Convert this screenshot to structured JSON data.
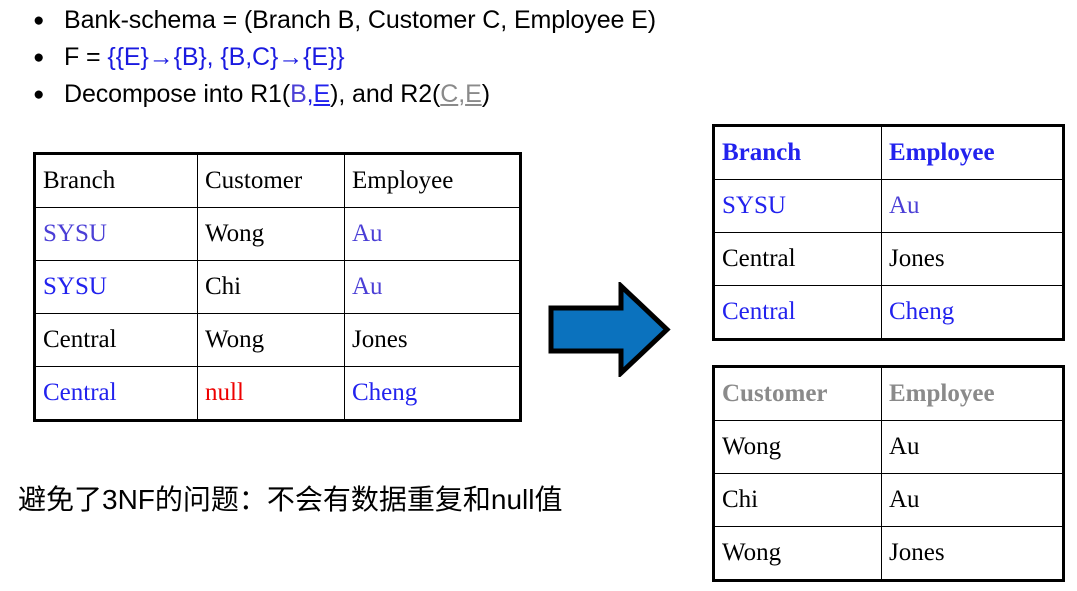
{
  "slide": {
    "bullets": [
      {
        "id": "bank-schema",
        "parts": [
          {
            "text": "Bank-schema = (Branch B, Customer C, Employee E)",
            "style": "black"
          }
        ]
      },
      {
        "id": "functional-dependencies",
        "parts": [
          {
            "text": "F = ",
            "style": "black"
          },
          {
            "text": "{{E}→{B}, {B,C}→{E}}",
            "style": "blue"
          }
        ]
      },
      {
        "id": "decomposition",
        "parts": [
          {
            "text": "Decompose into R1(",
            "style": "black"
          },
          {
            "text": "B",
            "style": "purple"
          },
          {
            "text": ",",
            "style": "blue"
          },
          {
            "text": "E",
            "style": "blue-underline"
          },
          {
            "text": "), and R2(",
            "style": "black"
          },
          {
            "text": "C",
            "style": "gray-underline"
          },
          {
            "text": ",",
            "style": "gray-underline"
          },
          {
            "text": "E",
            "style": "gray-underline"
          },
          {
            "text": ")",
            "style": "black"
          }
        ]
      }
    ],
    "caption": "避免了3NF的问题：不会有数据重复和null值",
    "arrow": {
      "name": "right-block-arrow",
      "fill": "#0b72be",
      "stroke": "#000000"
    }
  },
  "left_table": {
    "name": "bank-schema-table",
    "headers": [
      {
        "text": "Branch",
        "color": "#000000",
        "font": "serif",
        "bold": false
      },
      {
        "text": "Customer",
        "color": "#000000",
        "font": "serif",
        "bold": false
      },
      {
        "text": "Employee",
        "color": "#000000",
        "font": "serif",
        "bold": false
      }
    ],
    "rows": [
      [
        {
          "text": "SYSU",
          "color": "#4b3fd6",
          "font": "serif"
        },
        {
          "text": "Wong",
          "color": "#000000",
          "font": "serif"
        },
        {
          "text": "Au",
          "color": "#4b3fd6",
          "font": "serif"
        }
      ],
      [
        {
          "text": "SYSU",
          "color": "#2222ee",
          "font": "sans"
        },
        {
          "text": "Chi",
          "color": "#000000",
          "font": "sans"
        },
        {
          "text": "Au",
          "color": "#4b3fd6",
          "font": "serif"
        }
      ],
      [
        {
          "text": "Central",
          "color": "#000000",
          "font": "serif"
        },
        {
          "text": "Wong",
          "color": "#000000",
          "font": "serif"
        },
        {
          "text": "Jones",
          "color": "#000000",
          "font": "serif"
        }
      ],
      [
        {
          "text": "Central",
          "color": "#2222ee",
          "font": "serif"
        },
        {
          "text": "null",
          "color": "#ee0000",
          "font": "serif"
        },
        {
          "text": "Cheng",
          "color": "#2222ee",
          "font": "serif"
        }
      ]
    ]
  },
  "right_table_top": {
    "name": "r1-branch-employee-table",
    "headers": [
      {
        "text": "Branch",
        "color": "#2222ee",
        "font": "serif",
        "bold": true
      },
      {
        "text": "Employee",
        "color": "#2222ee",
        "font": "serif",
        "bold": true
      }
    ],
    "rows": [
      [
        {
          "text": "SYSU",
          "color": "#2222ee",
          "font": "sans"
        },
        {
          "text": "Au",
          "color": "#4b3fd6",
          "font": "serif"
        }
      ],
      [
        {
          "text": "Central",
          "color": "#000000",
          "font": "serif"
        },
        {
          "text": "Jones",
          "color": "#000000",
          "font": "serif"
        }
      ],
      [
        {
          "text": "Central",
          "color": "#2222ee",
          "font": "serif"
        },
        {
          "text": "Cheng",
          "color": "#2222ee",
          "font": "serif"
        }
      ]
    ]
  },
  "right_table_bottom": {
    "name": "r2-customer-employee-table",
    "headers": [
      {
        "text": "Customer",
        "color": "#8a8a8a",
        "font": "serif",
        "bold": true
      },
      {
        "text": "Employee",
        "color": "#8a8a8a",
        "font": "serif",
        "bold": true
      }
    ],
    "rows": [
      [
        {
          "text": "Wong",
          "color": "#000000",
          "font": "serif"
        },
        {
          "text": "Au",
          "color": "#000000",
          "font": "serif"
        }
      ],
      [
        {
          "text": "Chi",
          "color": "#000000",
          "font": "serif"
        },
        {
          "text": "Au",
          "color": "#000000",
          "font": "serif"
        }
      ],
      [
        {
          "text": "Wong",
          "color": "#000000",
          "font": "serif"
        },
        {
          "text": "Jones",
          "color": "#000000",
          "font": "serif"
        }
      ]
    ]
  }
}
